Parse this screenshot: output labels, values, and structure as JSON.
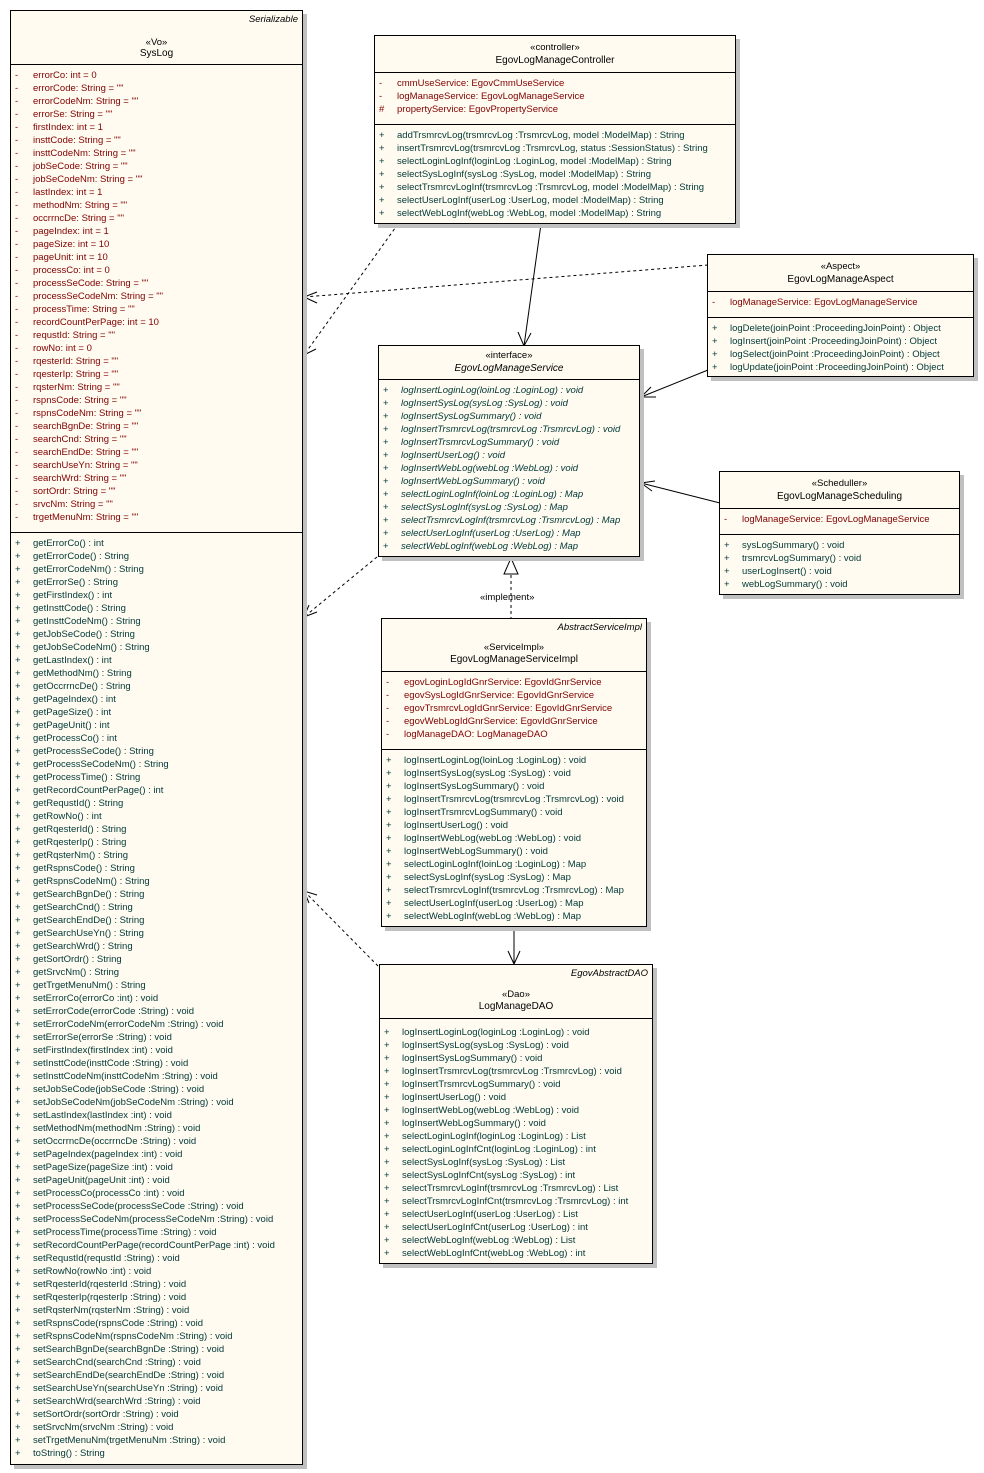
{
  "diagram": {
    "classes": {
      "syslog": {
        "parent": "Serializable",
        "stereotype": "«Vo»",
        "name": "SysLog",
        "attributes": [
          {
            "vis": "-",
            "text": "errorCo:  int = 0"
          },
          {
            "vis": "-",
            "text": "errorCode:  String = \"\""
          },
          {
            "vis": "-",
            "text": "errorCodeNm:  String = \"\""
          },
          {
            "vis": "-",
            "text": "errorSe:  String = \"\""
          },
          {
            "vis": "-",
            "text": "firstIndex:  int = 1"
          },
          {
            "vis": "-",
            "text": "insttCode:  String = \"\""
          },
          {
            "vis": "-",
            "text": "insttCodeNm:  String = \"\""
          },
          {
            "vis": "-",
            "text": "jobSeCode:  String = \"\""
          },
          {
            "vis": "-",
            "text": "jobSeCodeNm:  String = \"\""
          },
          {
            "vis": "-",
            "text": "lastIndex:  int = 1"
          },
          {
            "vis": "-",
            "text": "methodNm:  String = \"\""
          },
          {
            "vis": "-",
            "text": "occrrncDe:  String = \"\""
          },
          {
            "vis": "-",
            "text": "pageIndex:  int = 1"
          },
          {
            "vis": "-",
            "text": "pageSize:  int = 10"
          },
          {
            "vis": "-",
            "text": "pageUnit:  int = 10"
          },
          {
            "vis": "-",
            "text": "processCo:  int = 0"
          },
          {
            "vis": "-",
            "text": "processSeCode:  String = \"\""
          },
          {
            "vis": "-",
            "text": "processSeCodeNm:  String = \"\""
          },
          {
            "vis": "-",
            "text": "processTime:  String = \"\""
          },
          {
            "vis": "-",
            "text": "recordCountPerPage:  int = 10"
          },
          {
            "vis": "-",
            "text": "requstId:  String = \"\""
          },
          {
            "vis": "-",
            "text": "rowNo:  int = 0"
          },
          {
            "vis": "-",
            "text": "rqesterId:  String = \"\""
          },
          {
            "vis": "-",
            "text": "rqesterIp:  String = \"\""
          },
          {
            "vis": "-",
            "text": "rqsterNm:  String = \"\""
          },
          {
            "vis": "-",
            "text": "rspnsCode:  String = \"\""
          },
          {
            "vis": "-",
            "text": "rspnsCodeNm:  String = \"\""
          },
          {
            "vis": "-",
            "text": "searchBgnDe:  String = \"\""
          },
          {
            "vis": "-",
            "text": "searchCnd:  String = \"\""
          },
          {
            "vis": "-",
            "text": "searchEndDe:  String = \"\""
          },
          {
            "vis": "-",
            "text": "searchUseYn:  String = \"\""
          },
          {
            "vis": "-",
            "text": "searchWrd:  String = \"\""
          },
          {
            "vis": "-",
            "text": "sortOrdr:  String = \"\""
          },
          {
            "vis": "-",
            "text": "srvcNm:  String = \"\""
          },
          {
            "vis": "-",
            "text": "trgetMenuNm:  String = \"\""
          }
        ],
        "methods": [
          {
            "vis": "+",
            "text": "getErrorCo() : int"
          },
          {
            "vis": "+",
            "text": "getErrorCode() : String"
          },
          {
            "vis": "+",
            "text": "getErrorCodeNm() : String"
          },
          {
            "vis": "+",
            "text": "getErrorSe() : String"
          },
          {
            "vis": "+",
            "text": "getFirstIndex() : int"
          },
          {
            "vis": "+",
            "text": "getInsttCode() : String"
          },
          {
            "vis": "+",
            "text": "getInsttCodeNm() : String"
          },
          {
            "vis": "+",
            "text": "getJobSeCode() : String"
          },
          {
            "vis": "+",
            "text": "getJobSeCodeNm() : String"
          },
          {
            "vis": "+",
            "text": "getLastIndex() : int"
          },
          {
            "vis": "+",
            "text": "getMethodNm() : String"
          },
          {
            "vis": "+",
            "text": "getOccrrncDe() : String"
          },
          {
            "vis": "+",
            "text": "getPageIndex() : int"
          },
          {
            "vis": "+",
            "text": "getPageSize() : int"
          },
          {
            "vis": "+",
            "text": "getPageUnit() : int"
          },
          {
            "vis": "+",
            "text": "getProcessCo() : int"
          },
          {
            "vis": "+",
            "text": "getProcessSeCode() : String"
          },
          {
            "vis": "+",
            "text": "getProcessSeCodeNm() : String"
          },
          {
            "vis": "+",
            "text": "getProcessTime() : String"
          },
          {
            "vis": "+",
            "text": "getRecordCountPerPage() : int"
          },
          {
            "vis": "+",
            "text": "getRequstId() : String"
          },
          {
            "vis": "+",
            "text": "getRowNo() : int"
          },
          {
            "vis": "+",
            "text": "getRqesterId() : String"
          },
          {
            "vis": "+",
            "text": "getRqesterIp() : String"
          },
          {
            "vis": "+",
            "text": "getRqsterNm() : String"
          },
          {
            "vis": "+",
            "text": "getRspnsCode() : String"
          },
          {
            "vis": "+",
            "text": "getRspnsCodeNm() : String"
          },
          {
            "vis": "+",
            "text": "getSearchBgnDe() : String"
          },
          {
            "vis": "+",
            "text": "getSearchCnd() : String"
          },
          {
            "vis": "+",
            "text": "getSearchEndDe() : String"
          },
          {
            "vis": "+",
            "text": "getSearchUseYn() : String"
          },
          {
            "vis": "+",
            "text": "getSearchWrd() : String"
          },
          {
            "vis": "+",
            "text": "getSortOrdr() : String"
          },
          {
            "vis": "+",
            "text": "getSrvcNm() : String"
          },
          {
            "vis": "+",
            "text": "getTrgetMenuNm() : String"
          },
          {
            "vis": "+",
            "text": "setErrorCo(errorCo :int) : void"
          },
          {
            "vis": "+",
            "text": "setErrorCode(errorCode :String) : void"
          },
          {
            "vis": "+",
            "text": "setErrorCodeNm(errorCodeNm :String) : void"
          },
          {
            "vis": "+",
            "text": "setErrorSe(errorSe :String) : void"
          },
          {
            "vis": "+",
            "text": "setFirstIndex(firstIndex :int) : void"
          },
          {
            "vis": "+",
            "text": "setInsttCode(insttCode :String) : void"
          },
          {
            "vis": "+",
            "text": "setInsttCodeNm(insttCodeNm :String) : void"
          },
          {
            "vis": "+",
            "text": "setJobSeCode(jobSeCode :String) : void"
          },
          {
            "vis": "+",
            "text": "setJobSeCodeNm(jobSeCodeNm :String) : void"
          },
          {
            "vis": "+",
            "text": "setLastIndex(lastIndex :int) : void"
          },
          {
            "vis": "+",
            "text": "setMethodNm(methodNm :String) : void"
          },
          {
            "vis": "+",
            "text": "setOccrrncDe(occrrncDe :String) : void"
          },
          {
            "vis": "+",
            "text": "setPageIndex(pageIndex :int) : void"
          },
          {
            "vis": "+",
            "text": "setPageSize(pageSize :int) : void"
          },
          {
            "vis": "+",
            "text": "setPageUnit(pageUnit :int) : void"
          },
          {
            "vis": "+",
            "text": "setProcessCo(processCo :int) : void"
          },
          {
            "vis": "+",
            "text": "setProcessSeCode(processSeCode :String) : void"
          },
          {
            "vis": "+",
            "text": "setProcessSeCodeNm(processSeCodeNm :String) : void"
          },
          {
            "vis": "+",
            "text": "setProcessTime(processTime :String) : void"
          },
          {
            "vis": "+",
            "text": "setRecordCountPerPage(recordCountPerPage :int) : void"
          },
          {
            "vis": "+",
            "text": "setRequstId(requstId :String) : void"
          },
          {
            "vis": "+",
            "text": "setRowNo(rowNo :int) : void"
          },
          {
            "vis": "+",
            "text": "setRqesterId(rqesterId :String) : void"
          },
          {
            "vis": "+",
            "text": "setRqesterIp(rqesterIp :String) : void"
          },
          {
            "vis": "+",
            "text": "setRqsterNm(rqsterNm :String) : void"
          },
          {
            "vis": "+",
            "text": "setRspnsCode(rspnsCode :String) : void"
          },
          {
            "vis": "+",
            "text": "setRspnsCodeNm(rspnsCodeNm :String) : void"
          },
          {
            "vis": "+",
            "text": "setSearchBgnDe(searchBgnDe :String) : void"
          },
          {
            "vis": "+",
            "text": "setSearchCnd(searchCnd :String) : void"
          },
          {
            "vis": "+",
            "text": "setSearchEndDe(searchEndDe :String) : void"
          },
          {
            "vis": "+",
            "text": "setSearchUseYn(searchUseYn :String) : void"
          },
          {
            "vis": "+",
            "text": "setSearchWrd(searchWrd :String) : void"
          },
          {
            "vis": "+",
            "text": "setSortOrdr(sortOrdr :String) : void"
          },
          {
            "vis": "+",
            "text": "setSrvcNm(srvcNm :String) : void"
          },
          {
            "vis": "+",
            "text": "setTrgetMenuNm(trgetMenuNm :String) : void"
          },
          {
            "vis": "+",
            "text": "toString() : String"
          }
        ]
      },
      "controller": {
        "stereotype": "«controller»",
        "name": "EgovLogManageController",
        "attributes": [
          {
            "vis": "-",
            "text": "cmmUseService:  EgovCmmUseService"
          },
          {
            "vis": "-",
            "text": "logManageService:  EgovLogManageService"
          },
          {
            "vis": "#",
            "text": "propertyService:  EgovPropertyService"
          }
        ],
        "methods": [
          {
            "vis": "+",
            "text": "addTrsmrcvLog(trsmrcvLog :TrsmrcvLog, model :ModelMap) : String"
          },
          {
            "vis": "+",
            "text": "insertTrsmrcvLog(trsmrcvLog :TrsmrcvLog, status :SessionStatus) : String"
          },
          {
            "vis": "+",
            "text": "selectLoginLogInf(loginLog :LoginLog, model :ModelMap) : String"
          },
          {
            "vis": "+",
            "text": "selectSysLogInf(sysLog :SysLog, model :ModelMap) : String"
          },
          {
            "vis": "+",
            "text": "selectTrsmrcvLogInf(trsmrcvLog :TrsmrcvLog, model :ModelMap) : String"
          },
          {
            "vis": "+",
            "text": "selectUserLogInf(userLog :UserLog, model :ModelMap) : String"
          },
          {
            "vis": "+",
            "text": "selectWebLogInf(webLog :WebLog, model :ModelMap) : String"
          }
        ]
      },
      "aspect": {
        "stereotype": "«Aspect»",
        "name": "EgovLogManageAspect",
        "attributes": [
          {
            "vis": "-",
            "text": "logManageService:  EgovLogManageService"
          }
        ],
        "methods": [
          {
            "vis": "+",
            "text": "logDelete(joinPoint :ProceedingJoinPoint) : Object"
          },
          {
            "vis": "+",
            "text": "logInsert(joinPoint :ProceedingJoinPoint) : Object"
          },
          {
            "vis": "+",
            "text": "logSelect(joinPoint :ProceedingJoinPoint) : Object"
          },
          {
            "vis": "+",
            "text": "logUpdate(joinPoint :ProceedingJoinPoint) : Object"
          }
        ]
      },
      "service": {
        "stereotype": "«interface»",
        "name": "EgovLogManageService",
        "methods": [
          {
            "vis": "+",
            "text": "logInsertLoginLog(loinLog :LoginLog) : void"
          },
          {
            "vis": "+",
            "text": "logInsertSysLog(sysLog :SysLog) : void"
          },
          {
            "vis": "+",
            "text": "logInsertSysLogSummary() : void"
          },
          {
            "vis": "+",
            "text": "logInsertTrsmrcvLog(trsmrcvLog :TrsmrcvLog) : void"
          },
          {
            "vis": "+",
            "text": "logInsertTrsmrcvLogSummary() : void"
          },
          {
            "vis": "+",
            "text": "logInsertUserLog() : void"
          },
          {
            "vis": "+",
            "text": "logInsertWebLog(webLog :WebLog) : void"
          },
          {
            "vis": "+",
            "text": "logInsertWebLogSummary() : void"
          },
          {
            "vis": "+",
            "text": "selectLoginLogInf(loinLog :LoginLog) : Map"
          },
          {
            "vis": "+",
            "text": "selectSysLogInf(sysLog :SysLog) : Map"
          },
          {
            "vis": "+",
            "text": "selectTrsmrcvLogInf(trsmrcvLog :TrsmrcvLog) : Map"
          },
          {
            "vis": "+",
            "text": "selectUserLogInf(userLog :UserLog) : Map"
          },
          {
            "vis": "+",
            "text": "selectWebLogInf(webLog :WebLog) : Map"
          }
        ]
      },
      "scheduling": {
        "stereotype": "«Scheduller»",
        "name": "EgovLogManageScheduling",
        "attributes": [
          {
            "vis": "-",
            "text": "logManageService:  EgovLogManageService"
          }
        ],
        "methods": [
          {
            "vis": "+",
            "text": "sysLogSummary() : void"
          },
          {
            "vis": "+",
            "text": "trsmrcvLogSummary() : void"
          },
          {
            "vis": "+",
            "text": "userLogInsert() : void"
          },
          {
            "vis": "+",
            "text": "webLogSummary() : void"
          }
        ]
      },
      "serviceimpl": {
        "parent": "AbstractServiceImpl",
        "stereotype": "«ServiceImpl»",
        "name": "EgovLogManageServiceImpl",
        "attributes": [
          {
            "vis": "-",
            "text": "egovLoginLogIdGnrService:  EgovIdGnrService"
          },
          {
            "vis": "-",
            "text": "egovSysLogIdGnrService:  EgovIdGnrService"
          },
          {
            "vis": "-",
            "text": "egovTrsmrcvLogIdGnrService:  EgovIdGnrService"
          },
          {
            "vis": "-",
            "text": "egovWebLogIdGnrService:  EgovIdGnrService"
          },
          {
            "vis": "-",
            "text": "logManageDAO:  LogManageDAO"
          }
        ],
        "methods": [
          {
            "vis": "+",
            "text": "logInsertLoginLog(loinLog :LoginLog) : void"
          },
          {
            "vis": "+",
            "text": "logInsertSysLog(sysLog :SysLog) : void"
          },
          {
            "vis": "+",
            "text": "logInsertSysLogSummary() : void"
          },
          {
            "vis": "+",
            "text": "logInsertTrsmrcvLog(trsmrcvLog :TrsmrcvLog) : void"
          },
          {
            "vis": "+",
            "text": "logInsertTrsmrcvLogSummary() : void"
          },
          {
            "vis": "+",
            "text": "logInsertUserLog() : void"
          },
          {
            "vis": "+",
            "text": "logInsertWebLog(webLog :WebLog) : void"
          },
          {
            "vis": "+",
            "text": "logInsertWebLogSummary() : void"
          },
          {
            "vis": "+",
            "text": "selectLoginLogInf(loinLog :LoginLog) : Map"
          },
          {
            "vis": "+",
            "text": "selectSysLogInf(sysLog :SysLog) : Map"
          },
          {
            "vis": "+",
            "text": "selectTrsmrcvLogInf(trsmrcvLog :TrsmrcvLog) : Map"
          },
          {
            "vis": "+",
            "text": "selectUserLogInf(userLog :UserLog) : Map"
          },
          {
            "vis": "+",
            "text": "selectWebLogInf(webLog :WebLog) : Map"
          }
        ]
      },
      "dao": {
        "parent": "EgovAbstractDAO",
        "stereotype": "«Dao»",
        "name": "LogManageDAO",
        "methods": [
          {
            "vis": "+",
            "text": "logInsertLoginLog(loginLog :LoginLog) : void"
          },
          {
            "vis": "+",
            "text": "logInsertSysLog(sysLog :SysLog) : void"
          },
          {
            "vis": "+",
            "text": "logInsertSysLogSummary() : void"
          },
          {
            "vis": "+",
            "text": "logInsertTrsmrcvLog(trsmrcvLog :TrsmrcvLog) : void"
          },
          {
            "vis": "+",
            "text": "logInsertTrsmrcvLogSummary() : void"
          },
          {
            "vis": "+",
            "text": "logInsertUserLog() : void"
          },
          {
            "vis": "+",
            "text": "logInsertWebLog(webLog :WebLog) : void"
          },
          {
            "vis": "+",
            "text": "logInsertWebLogSummary() : void"
          },
          {
            "vis": "+",
            "text": "selectLoginLogInf(loginLog :LoginLog) : List"
          },
          {
            "vis": "+",
            "text": "selectLoginLogInfCnt(loginLog :LoginLog) : int"
          },
          {
            "vis": "+",
            "text": "selectSysLogInf(sysLog :SysLog) : List"
          },
          {
            "vis": "+",
            "text": "selectSysLogInfCnt(sysLog :SysLog) : int"
          },
          {
            "vis": "+",
            "text": "selectTrsmrcvLogInf(trsmrcvLog :TrsmrcvLog) : List"
          },
          {
            "vis": "+",
            "text": "selectTrsmrcvLogInfCnt(trsmrcvLog :TrsmrcvLog) : int"
          },
          {
            "vis": "+",
            "text": "selectUserLogInf(userLog :UserLog) : List"
          },
          {
            "vis": "+",
            "text": "selectUserLogInfCnt(userLog :UserLog) : int"
          },
          {
            "vis": "+",
            "text": "selectWebLogInf(webLog :WebLog) : List"
          },
          {
            "vis": "+",
            "text": "selectWebLogInfCnt(webLog :WebLog) : int"
          }
        ]
      }
    },
    "relations": {
      "implement_label": "«implement»"
    },
    "colors": {
      "class_fill": "#fffbf0",
      "attribute_text": "#800000",
      "method_text": "#003838",
      "shadow": "#c0c0c0"
    }
  }
}
